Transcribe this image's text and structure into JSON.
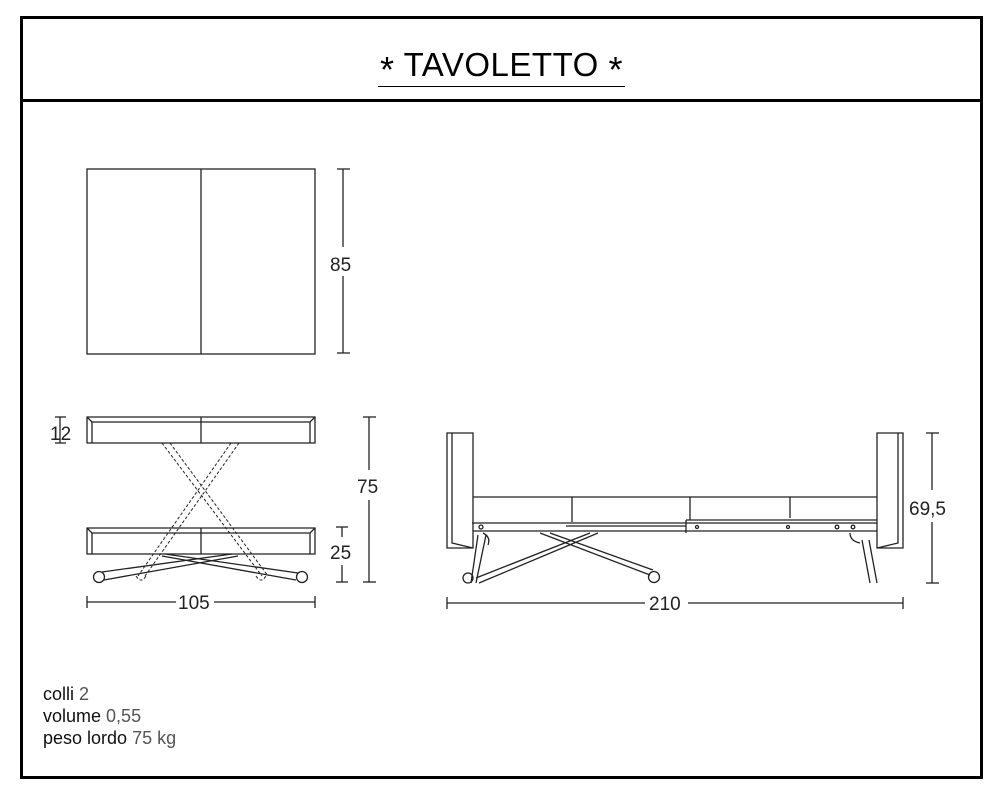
{
  "title": {
    "name": "TAVOLETTO",
    "decoration": "*"
  },
  "views": {
    "top_view": {
      "depth_label": "85"
    },
    "front_view": {
      "thickness_label": "12",
      "height_label": "75",
      "low_height_label": "25",
      "width_label": "105"
    },
    "side_view": {
      "height_label": "69,5",
      "length_label": "210"
    }
  },
  "specs": [
    {
      "label": "colli",
      "value": "2"
    },
    {
      "label": "volume",
      "value": "0,55"
    },
    {
      "label": "peso lordo",
      "value": "75 kg"
    }
  ]
}
